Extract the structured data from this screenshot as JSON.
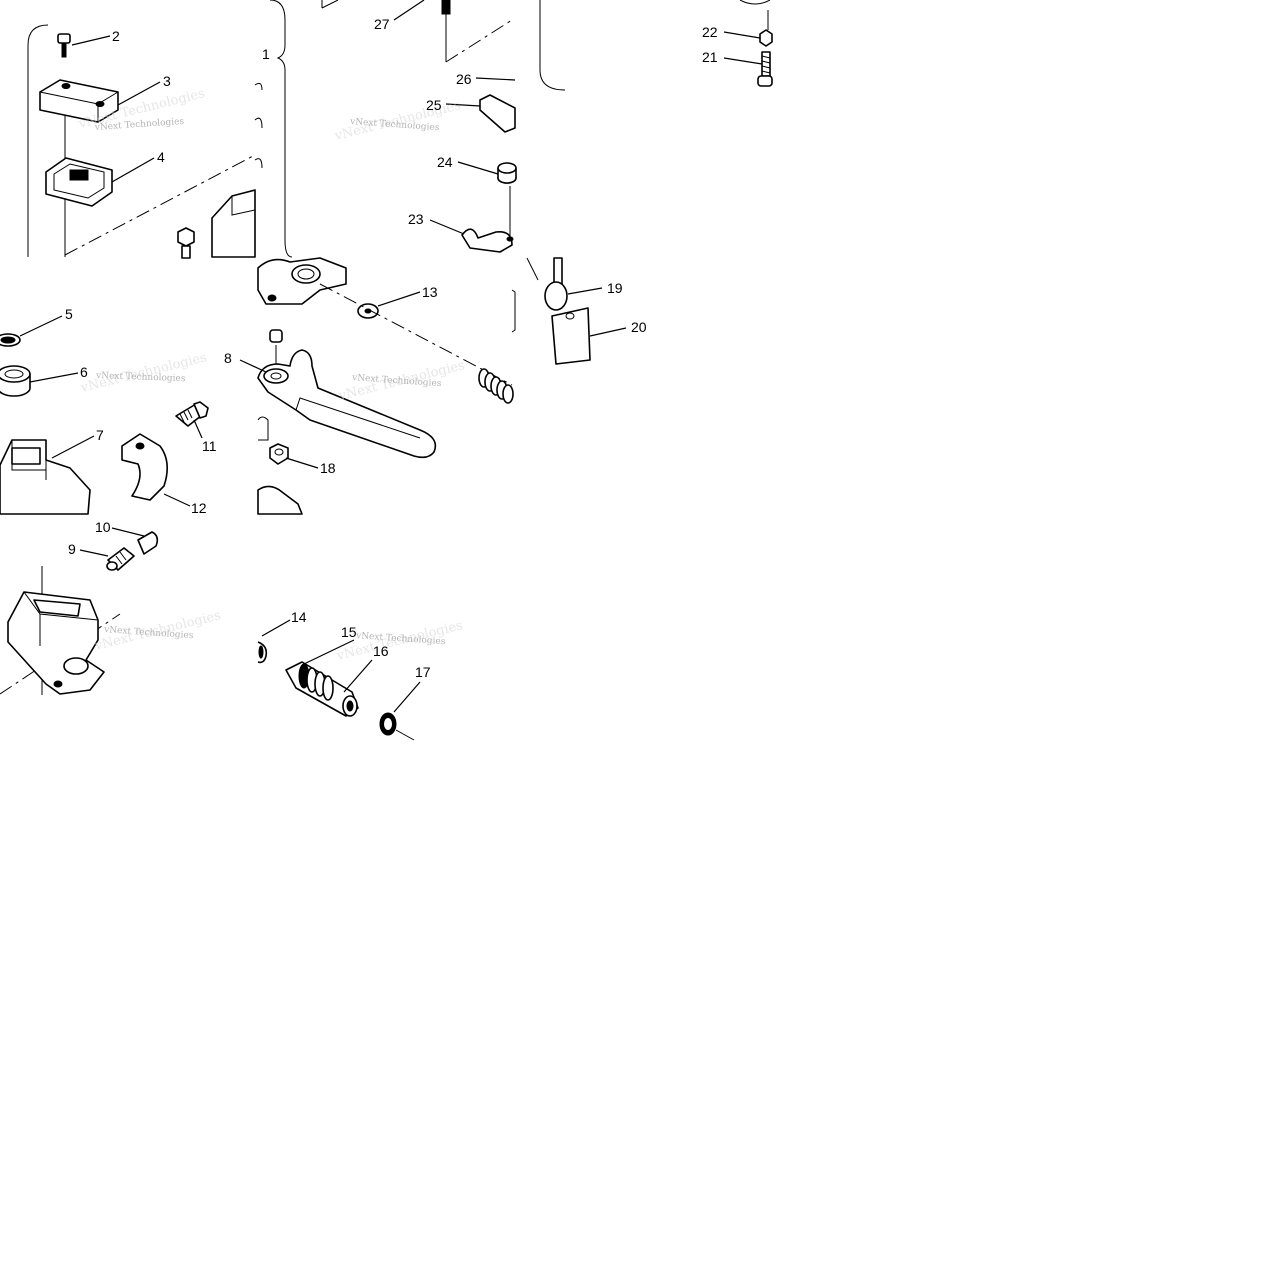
{
  "diagram": {
    "callouts": [
      {
        "id": "1",
        "label": "1"
      },
      {
        "id": "2",
        "label": "2"
      },
      {
        "id": "3",
        "label": "3"
      },
      {
        "id": "4",
        "label": "4"
      },
      {
        "id": "5",
        "label": "5"
      },
      {
        "id": "6",
        "label": "6"
      },
      {
        "id": "7",
        "label": "7"
      },
      {
        "id": "8",
        "label": "8"
      },
      {
        "id": "9",
        "label": "9"
      },
      {
        "id": "10",
        "label": "10"
      },
      {
        "id": "11",
        "label": "11"
      },
      {
        "id": "12",
        "label": "12"
      },
      {
        "id": "13",
        "label": "13"
      },
      {
        "id": "14",
        "label": "14"
      },
      {
        "id": "15",
        "label": "15"
      },
      {
        "id": "16",
        "label": "16"
      },
      {
        "id": "17",
        "label": "17"
      },
      {
        "id": "18",
        "label": "18"
      },
      {
        "id": "19",
        "label": "19"
      },
      {
        "id": "20",
        "label": "20"
      },
      {
        "id": "21",
        "label": "21"
      },
      {
        "id": "22",
        "label": "22"
      },
      {
        "id": "23",
        "label": "23"
      },
      {
        "id": "24",
        "label": "24"
      },
      {
        "id": "25",
        "label": "25"
      },
      {
        "id": "26",
        "label": "26"
      },
      {
        "id": "27",
        "label": "27"
      }
    ],
    "watermark": {
      "text": "vNext Technologies"
    }
  }
}
